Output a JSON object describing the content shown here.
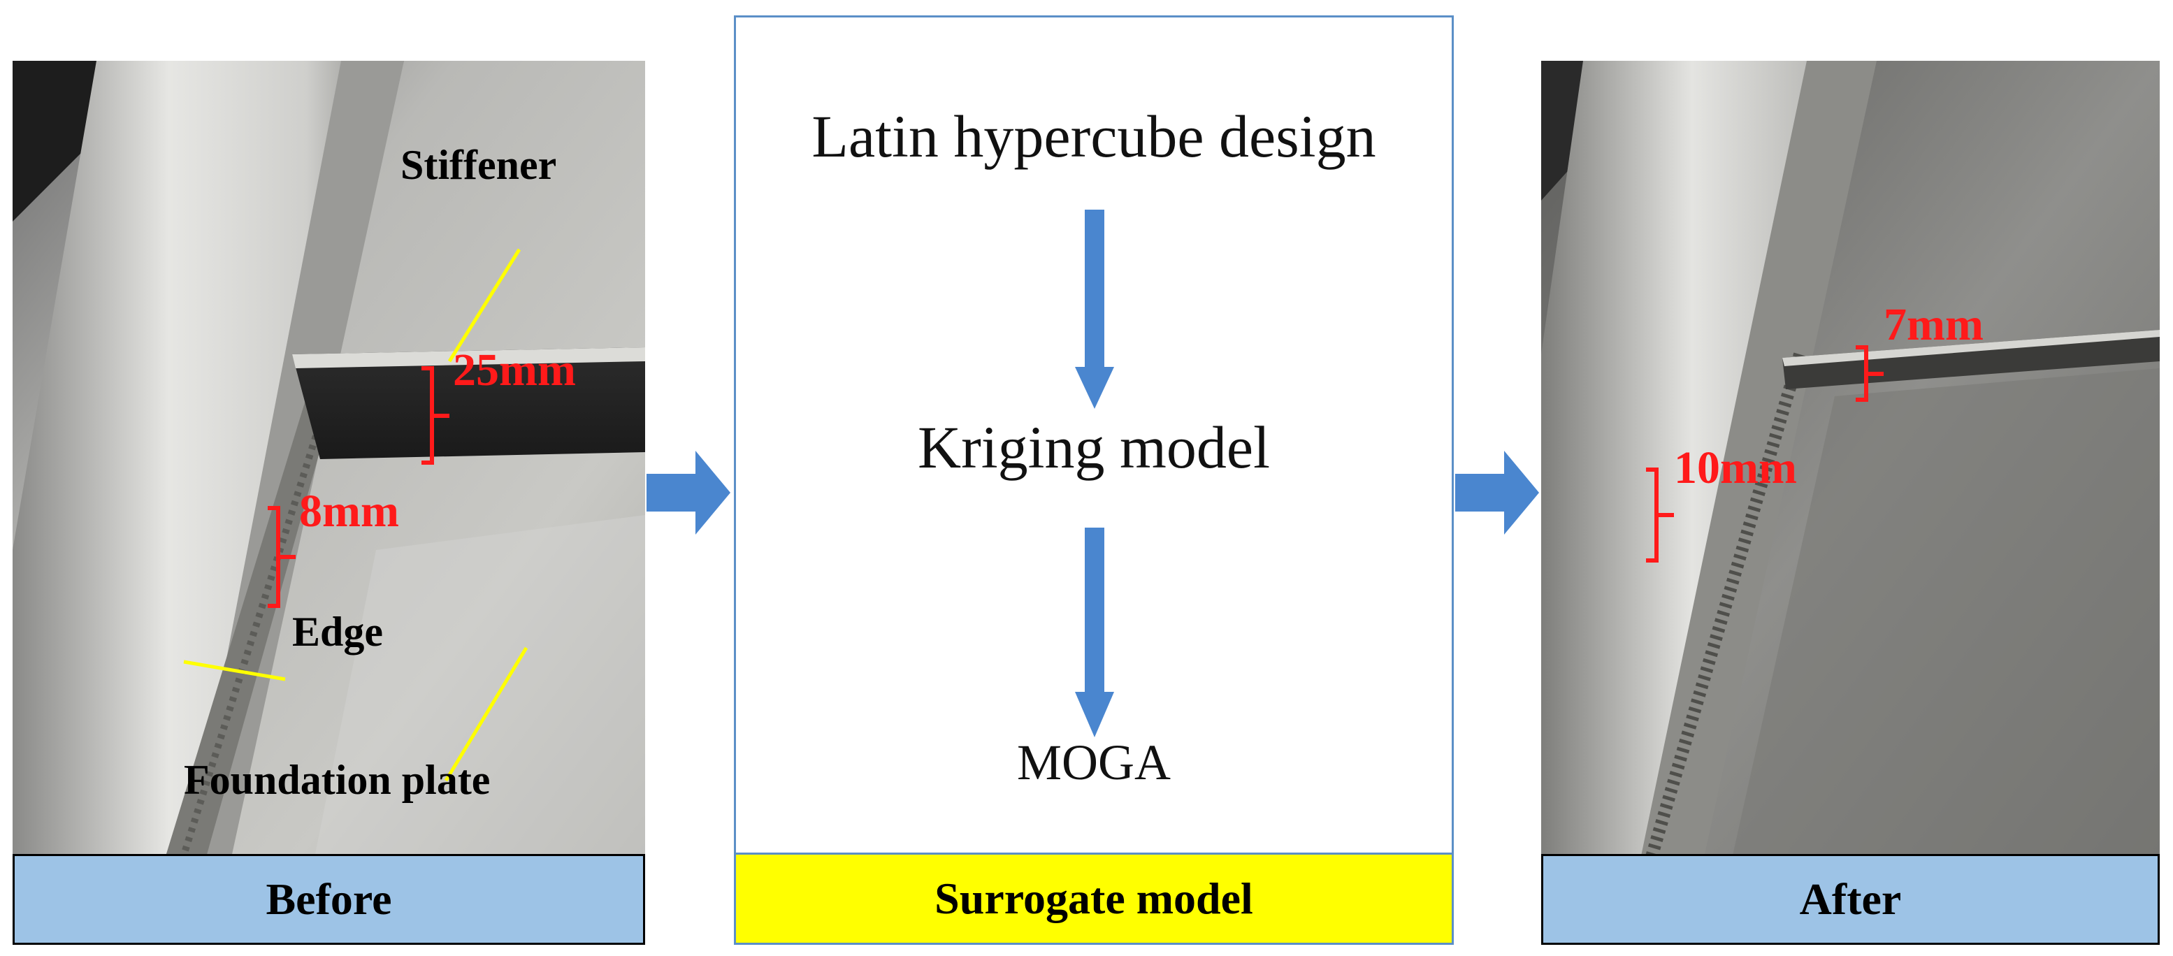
{
  "colors": {
    "caption_blue": "#9dc3e6",
    "caption_yellow": "#ffff00",
    "arrow_blue": "#4a86cf",
    "dimension_red": "#ff1a1a",
    "leader_yellow": "#ffff00",
    "center_border": "#5b8fc7"
  },
  "before": {
    "caption": "Before",
    "labels": {
      "stiffener": "Stiffener",
      "edge": "Edge",
      "foundation_plate": "Foundation plate"
    },
    "dimensions": {
      "stiffener_height": "25mm",
      "edge_width": "8mm"
    }
  },
  "process": {
    "caption": "Surrogate model",
    "steps": [
      "Latin hypercube design",
      "Kriging model",
      "MOGA"
    ]
  },
  "after": {
    "caption": "After",
    "dimensions": {
      "stiffener_height": "7mm",
      "edge_width": "10mm"
    }
  }
}
